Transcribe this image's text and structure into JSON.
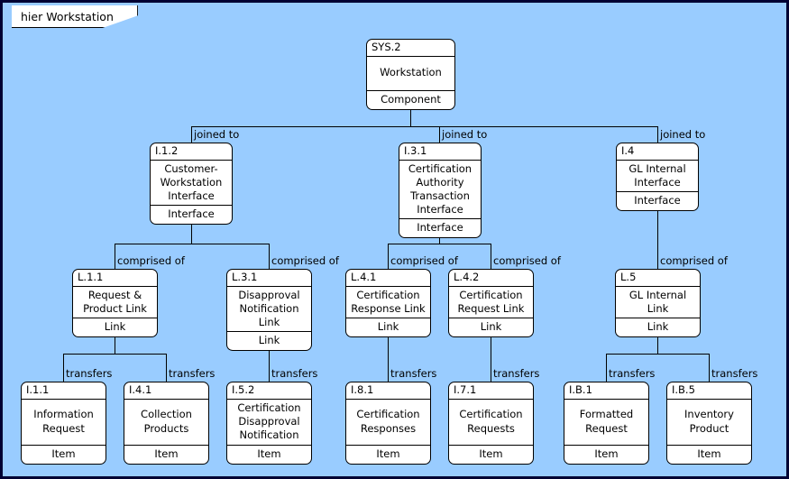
{
  "window": {
    "title": "hier Workstation",
    "background_color": "#99ccff",
    "border_color": "#000033",
    "node_fill": "#ffffff",
    "line_color": "#000000"
  },
  "nodes": {
    "sys2": {
      "id": "SYS.2",
      "name": "Workstation",
      "type": "Component"
    },
    "i12": {
      "id": "I.1.2",
      "name": "Customer-\nWorkstation\nInterface",
      "type": "Interface"
    },
    "i31": {
      "id": "I.3.1",
      "name": "Certification\nAuthority\nTransaction\nInterface",
      "type": "Interface"
    },
    "i4": {
      "id": "I.4",
      "name": "GL Internal\nInterface",
      "type": "Interface"
    },
    "l11": {
      "id": "L.1.1",
      "name": "Request &\nProduct Link",
      "type": "Link"
    },
    "l31": {
      "id": "L.3.1",
      "name": "Disapproval\nNotification\nLink",
      "type": "Link"
    },
    "l41": {
      "id": "L.4.1",
      "name": "Certification\nResponse Link",
      "type": "Link"
    },
    "l42": {
      "id": "L.4.2",
      "name": "Certification\nRequest Link",
      "type": "Link"
    },
    "l5": {
      "id": "L.5",
      "name": "GL Internal\nLink",
      "type": "Link"
    },
    "i11": {
      "id": "I.1.1",
      "name": "Information\nRequest",
      "type": "Item"
    },
    "i41": {
      "id": "I.4.1",
      "name": "Collection\nProducts",
      "type": "Item"
    },
    "i52": {
      "id": "I.5.2",
      "name": "Certification\nDisapproval\nNotification",
      "type": "Item"
    },
    "i81": {
      "id": "I.8.1",
      "name": "Certification\nResponses",
      "type": "Item"
    },
    "i71": {
      "id": "I.7.1",
      "name": "Certification\nRequests",
      "type": "Item"
    },
    "ib1": {
      "id": "I.B.1",
      "name": "Formatted\nRequest",
      "type": "Item"
    },
    "ib5": {
      "id": "I.B.5",
      "name": "Inventory\nProduct",
      "type": "Item"
    }
  },
  "edge_labels": {
    "joined_to_1": "joined to",
    "joined_to_2": "joined to",
    "joined_to_3": "joined to",
    "comprised_of_1": "comprised of",
    "comprised_of_2": "comprised of",
    "comprised_of_3": "comprised of",
    "comprised_of_4": "comprised of",
    "comprised_of_5": "comprised of",
    "transfers_1": "transfers",
    "transfers_2": "transfers",
    "transfers_3": "transfers",
    "transfers_4": "transfers",
    "transfers_5": "transfers",
    "transfers_6": "transfers",
    "transfers_7": "transfers"
  },
  "graph": {
    "type": "hierarchy-tree",
    "root": "SYS.2",
    "levels": [
      [
        "SYS.2"
      ],
      [
        "I.1.2",
        "I.3.1",
        "I.4"
      ],
      [
        "L.1.1",
        "L.3.1",
        "L.4.1",
        "L.4.2",
        "L.5"
      ],
      [
        "I.1.1",
        "I.4.1",
        "I.5.2",
        "I.8.1",
        "I.7.1",
        "I.B.1",
        "I.B.5"
      ]
    ],
    "edges": [
      {
        "from": "SYS.2",
        "to": "I.1.2",
        "label": "joined to"
      },
      {
        "from": "SYS.2",
        "to": "I.3.1",
        "label": "joined to"
      },
      {
        "from": "SYS.2",
        "to": "I.4",
        "label": "joined to"
      },
      {
        "from": "I.1.2",
        "to": "L.1.1",
        "label": "comprised of"
      },
      {
        "from": "I.1.2",
        "to": "L.3.1",
        "label": "comprised of"
      },
      {
        "from": "I.3.1",
        "to": "L.4.1",
        "label": "comprised of"
      },
      {
        "from": "I.3.1",
        "to": "L.4.2",
        "label": "comprised of"
      },
      {
        "from": "I.4",
        "to": "L.5",
        "label": "comprised of"
      },
      {
        "from": "L.1.1",
        "to": "I.1.1",
        "label": "transfers"
      },
      {
        "from": "L.1.1",
        "to": "I.4.1",
        "label": "transfers"
      },
      {
        "from": "L.3.1",
        "to": "I.5.2",
        "label": "transfers"
      },
      {
        "from": "L.4.1",
        "to": "I.8.1",
        "label": "transfers"
      },
      {
        "from": "L.4.2",
        "to": "I.7.1",
        "label": "transfers"
      },
      {
        "from": "L.5",
        "to": "I.B.1",
        "label": "transfers"
      },
      {
        "from": "L.5",
        "to": "I.B.5",
        "label": "transfers"
      }
    ]
  }
}
